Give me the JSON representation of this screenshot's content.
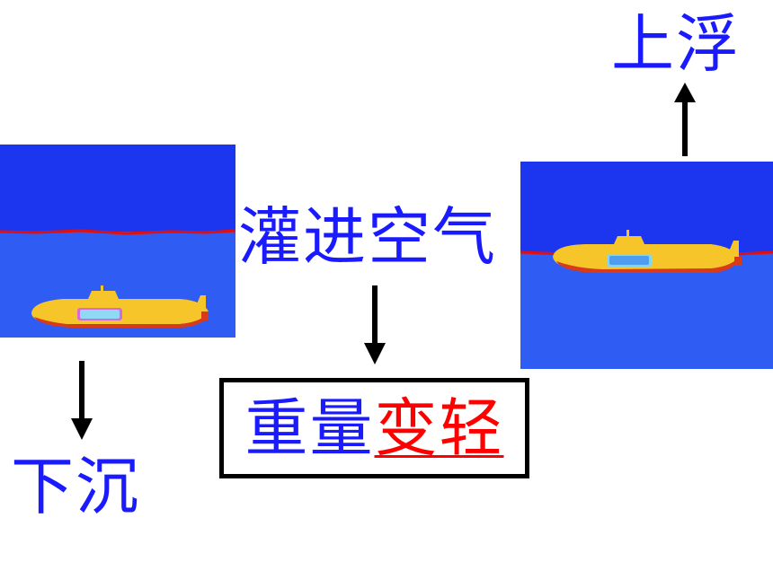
{
  "labels": {
    "float_up": "上浮",
    "fill_air": "灌进空气",
    "sink": "下沉"
  },
  "result": {
    "part_normal": "重量",
    "part_highlight": "变轻"
  },
  "colors": {
    "text_blue": "#1a1aff",
    "highlight_red": "#ff0000",
    "sky_blue": "#1c36f0",
    "water_blue": "#2f5cf2",
    "waterline_red": "#e01010",
    "hull_yellow": "#f5c52a",
    "hull_red": "#d83a1a",
    "tank_cyan": "#7fd7f7"
  },
  "icons": {
    "arrow_up": "arrow-up-icon",
    "arrow_down": "arrow-down-icon",
    "submarine": "submarine-icon"
  }
}
